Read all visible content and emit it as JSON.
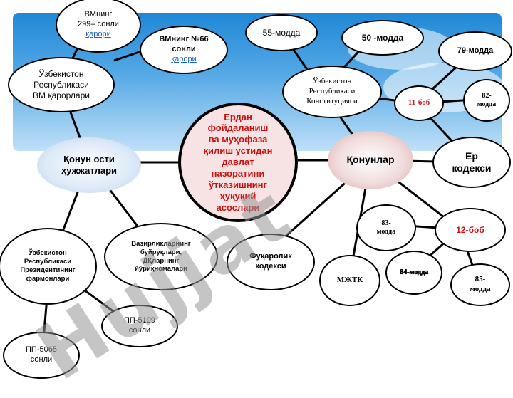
{
  "colors": {
    "banner_top": "#1f88d6",
    "banner_bottom": "#bfe0f7",
    "center_fill": "#f7e3e3",
    "center_text": "#d01010",
    "link_blue": "#1a5fd0",
    "red_text": "#d01010"
  },
  "watermark": "Hujjat",
  "nodes": {
    "center": {
      "lines": [
        "Ердан",
        "фойдаланиш",
        "ва муҳофаза",
        "қилиш устидан",
        "давлат",
        "назоратини",
        "ўтказишнинг",
        "ҳуқуқий",
        "асослари"
      ]
    },
    "qonun_osti": {
      "lines": [
        "Қонун ости",
        "ҳужжатлари"
      ]
    },
    "qonunlar": {
      "label": "Қонунлар"
    },
    "vm_qarorlari": {
      "lines": [
        "Ўзбекистон",
        "Республикаси",
        "ВМ қарорлари"
      ]
    },
    "vm_299": {
      "lines": [
        "ВМнинг",
        "299– сонли"
      ],
      "link": "қарори"
    },
    "vm_66": {
      "lines": [
        "ВМнинг №66",
        "сонли"
      ],
      "link": "қарори"
    },
    "prezident": {
      "lines": [
        "Ўзбекистон",
        "Республикаси",
        "Президентининг",
        "фармонлари"
      ]
    },
    "vazirliklar": {
      "lines": [
        "Вазирликларнинг",
        "буйруқлари,",
        "ДҚларнинг",
        "йўриқномалари"
      ]
    },
    "pp_5199": {
      "lines": [
        "ПП-5199",
        "сонли"
      ]
    },
    "pp_5065": {
      "lines": [
        "ПП-5065",
        "сонли"
      ]
    },
    "konstitutsiya": {
      "lines": [
        "Ўзбекистон",
        "Республикаси",
        "Конституцияси"
      ]
    },
    "modda_55": {
      "label": "55-модда"
    },
    "modda_50": {
      "label": "50 -модда"
    },
    "modda_79": {
      "label": "79-модда"
    },
    "bob_11": {
      "label": "11-боб"
    },
    "modda_82": {
      "lines": [
        "82-",
        "модда"
      ]
    },
    "yer_kodeksi": {
      "lines": [
        "Ер",
        "кодекси"
      ]
    },
    "modda_83": {
      "lines": [
        "83-",
        "модда"
      ]
    },
    "bob_12": {
      "label": "12-боб"
    },
    "modda_84": {
      "label": "84-модда"
    },
    "modda_85": {
      "lines": [
        "85-",
        "модда"
      ]
    },
    "fuqarolik": {
      "lines": [
        "Фуқаролик",
        "кодекси"
      ]
    },
    "mjtk": {
      "label": "МЖТК"
    }
  }
}
